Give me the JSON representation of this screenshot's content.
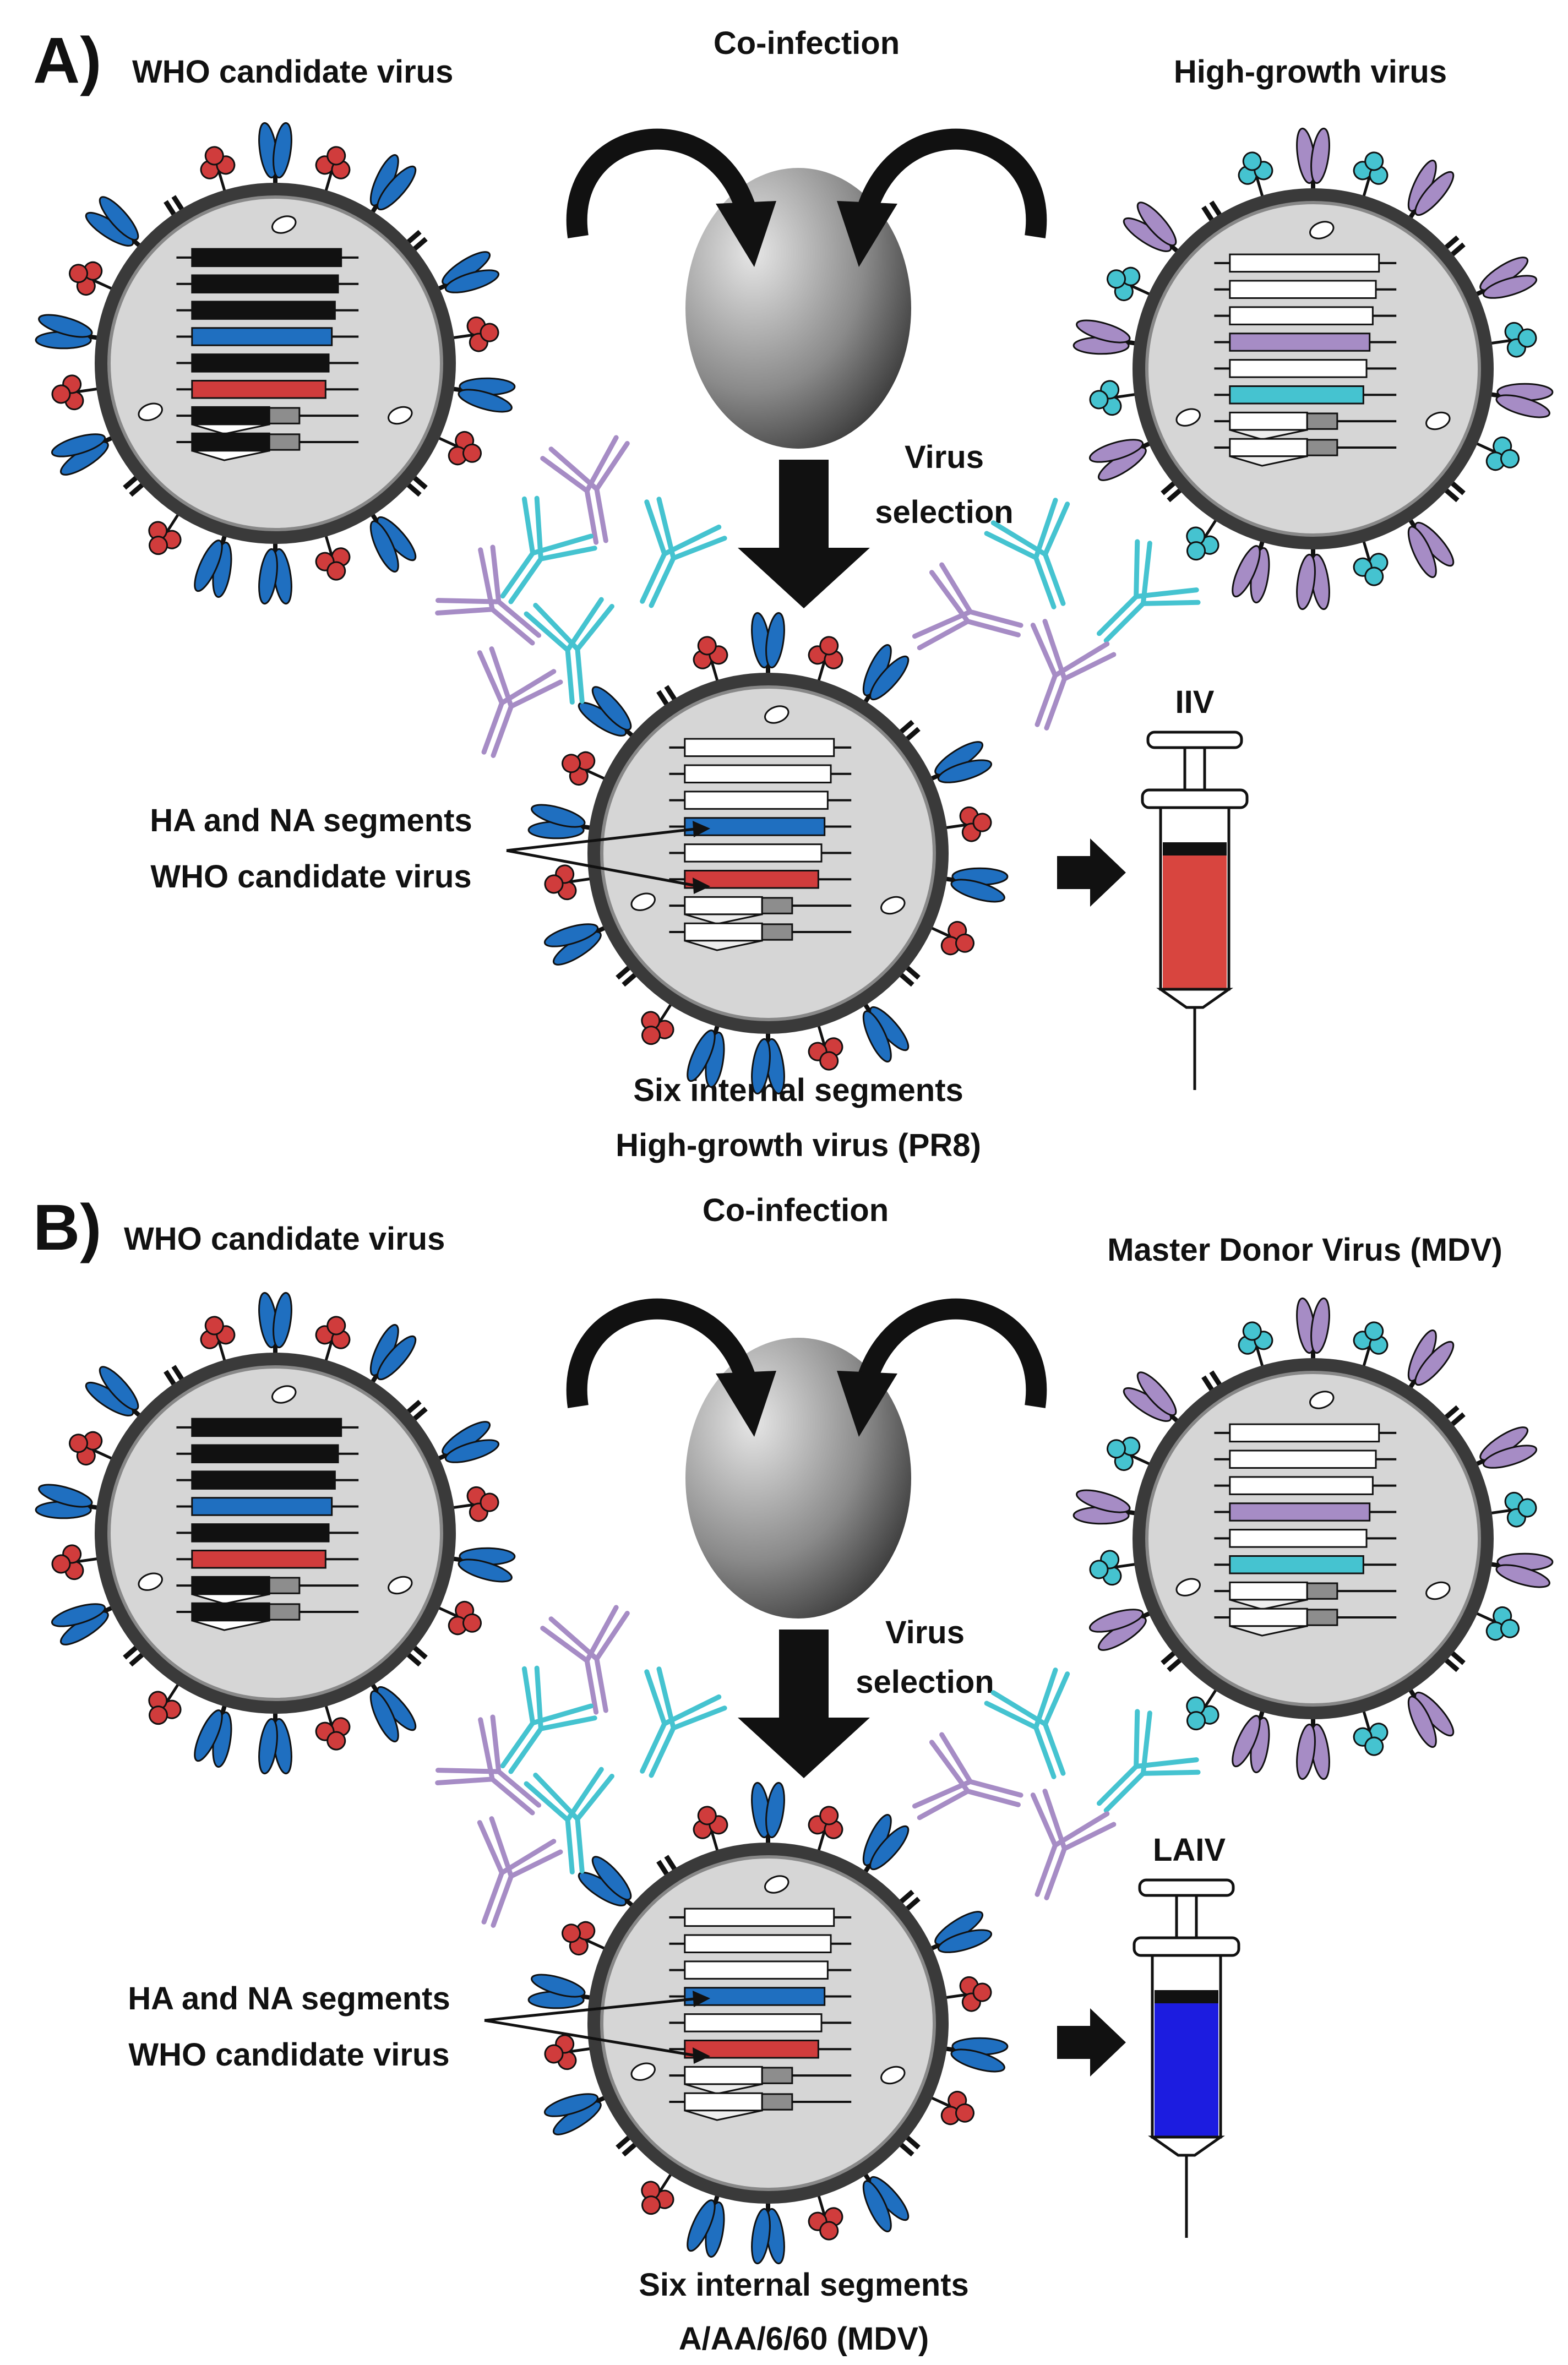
{
  "colors": {
    "ha_blue": "#1f6fc0",
    "na_red": "#d03c3c",
    "purple": "#a68cc5",
    "cyan": "#45c3d0",
    "iiv_liquid": "#d8453f",
    "laiv_liquid": "#1c1ce0",
    "cell_gray": "#9a9a9a"
  },
  "panels": [
    {
      "label": "A)",
      "coinfection": "Co-infection",
      "left_virus": "WHO candidate virus",
      "right_virus": "High-growth virus",
      "selection_line1": "Virus",
      "selection_line2": "selection",
      "vaccine": "IIV",
      "segments_line1": "HA and NA segments",
      "segments_line2": "WHO candidate virus",
      "internal_line1": "Six internal segments",
      "internal_line2": "High-growth virus (PR8)"
    },
    {
      "label": "B)",
      "coinfection": "Co-infection",
      "left_virus": "WHO candidate virus",
      "right_virus": "Master Donor Virus (MDV)",
      "selection_line1": "Virus",
      "selection_line2": "selection",
      "vaccine": "LAIV",
      "segments_line1": "HA and NA segments",
      "segments_line2": "WHO candidate virus",
      "internal_line1": "Six internal segments",
      "internal_line2": "A/AA/6/60 (MDV)"
    }
  ]
}
